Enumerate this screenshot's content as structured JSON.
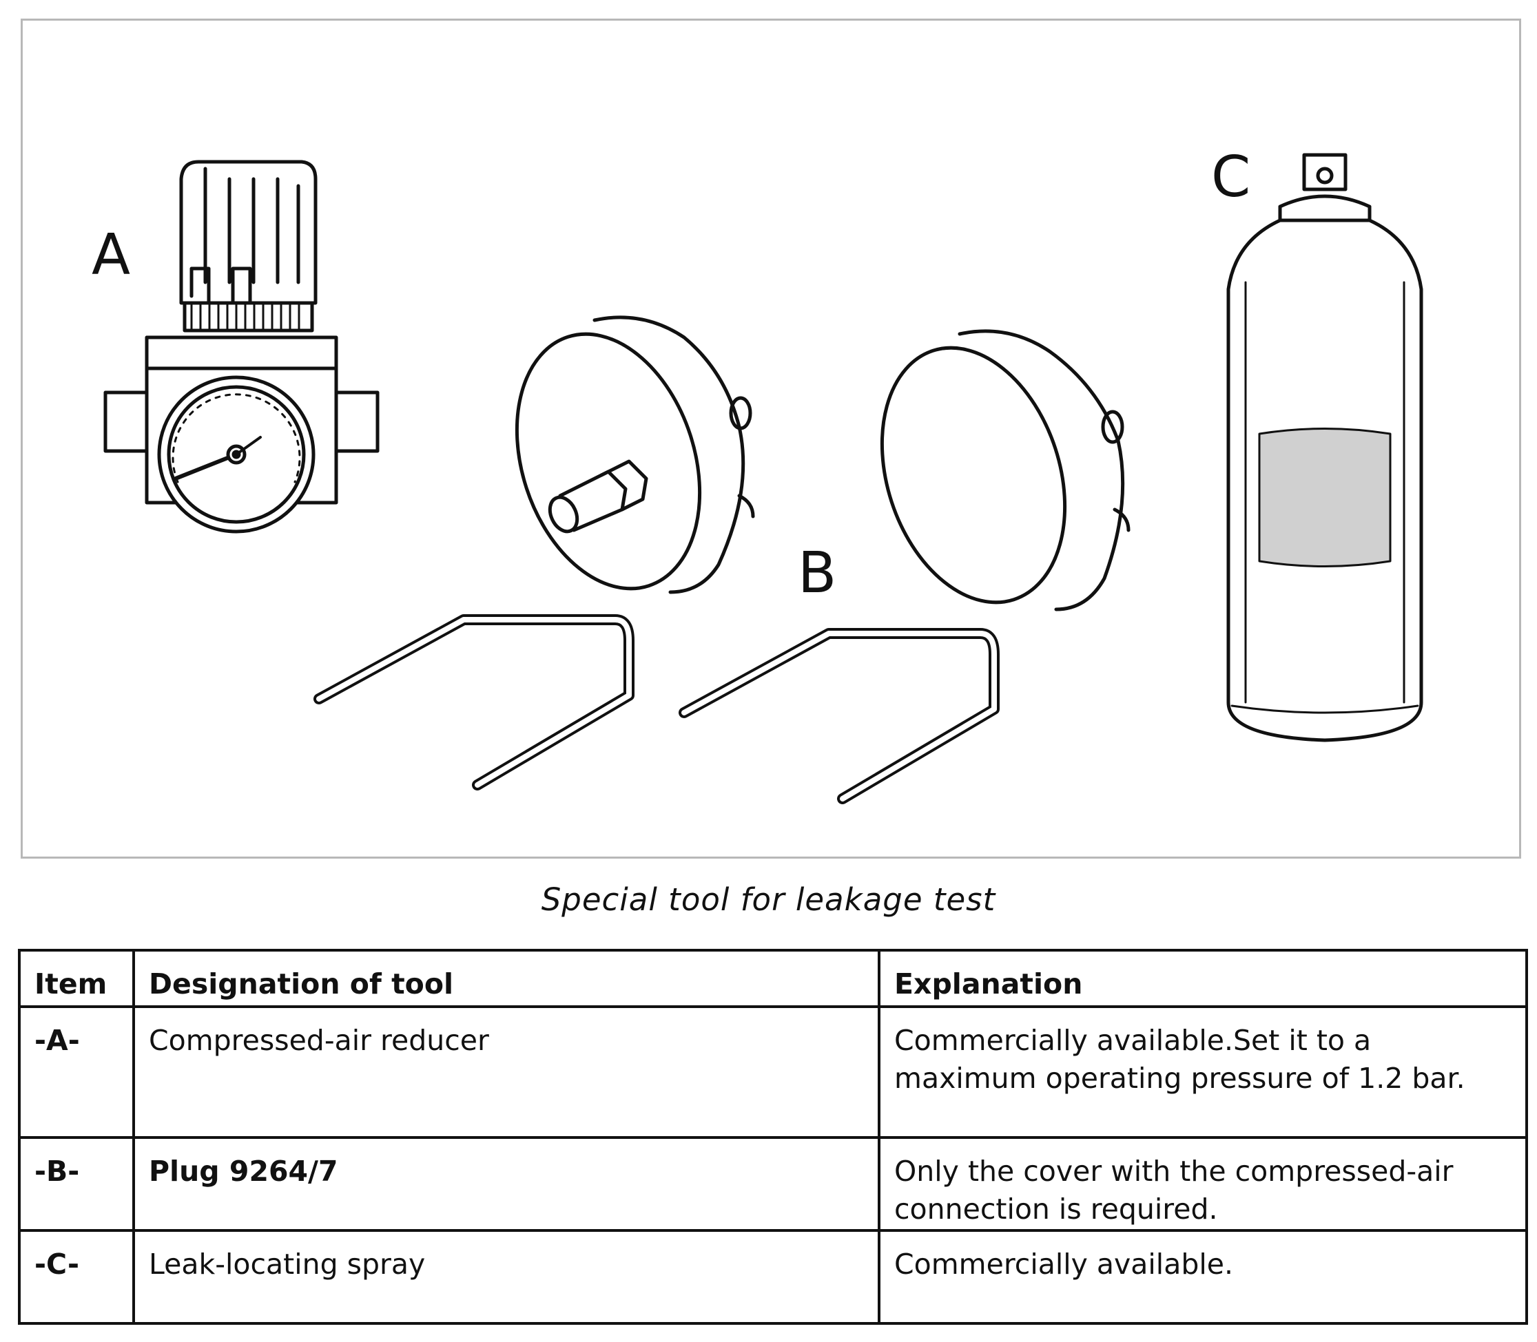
{
  "figure": {
    "label_a": "A",
    "label_b": "B",
    "label_c": "C"
  },
  "caption": "Special tool for leakage test",
  "table": {
    "headers": [
      "Item",
      "Designation of tool",
      "Explanation"
    ],
    "rows": [
      {
        "item": "-A-",
        "designation": "Compressed-air reducer",
        "explanation": "Commercially available.Set it to a maximum operating pressure of 1.2 bar."
      },
      {
        "item": "-B-",
        "designation": "Plug 9264/7",
        "explanation": "Only the cover with the compressed-air connection is required."
      },
      {
        "item": "-C-",
        "designation": "Leak-locating spray",
        "explanation": "Commercially available."
      }
    ]
  }
}
